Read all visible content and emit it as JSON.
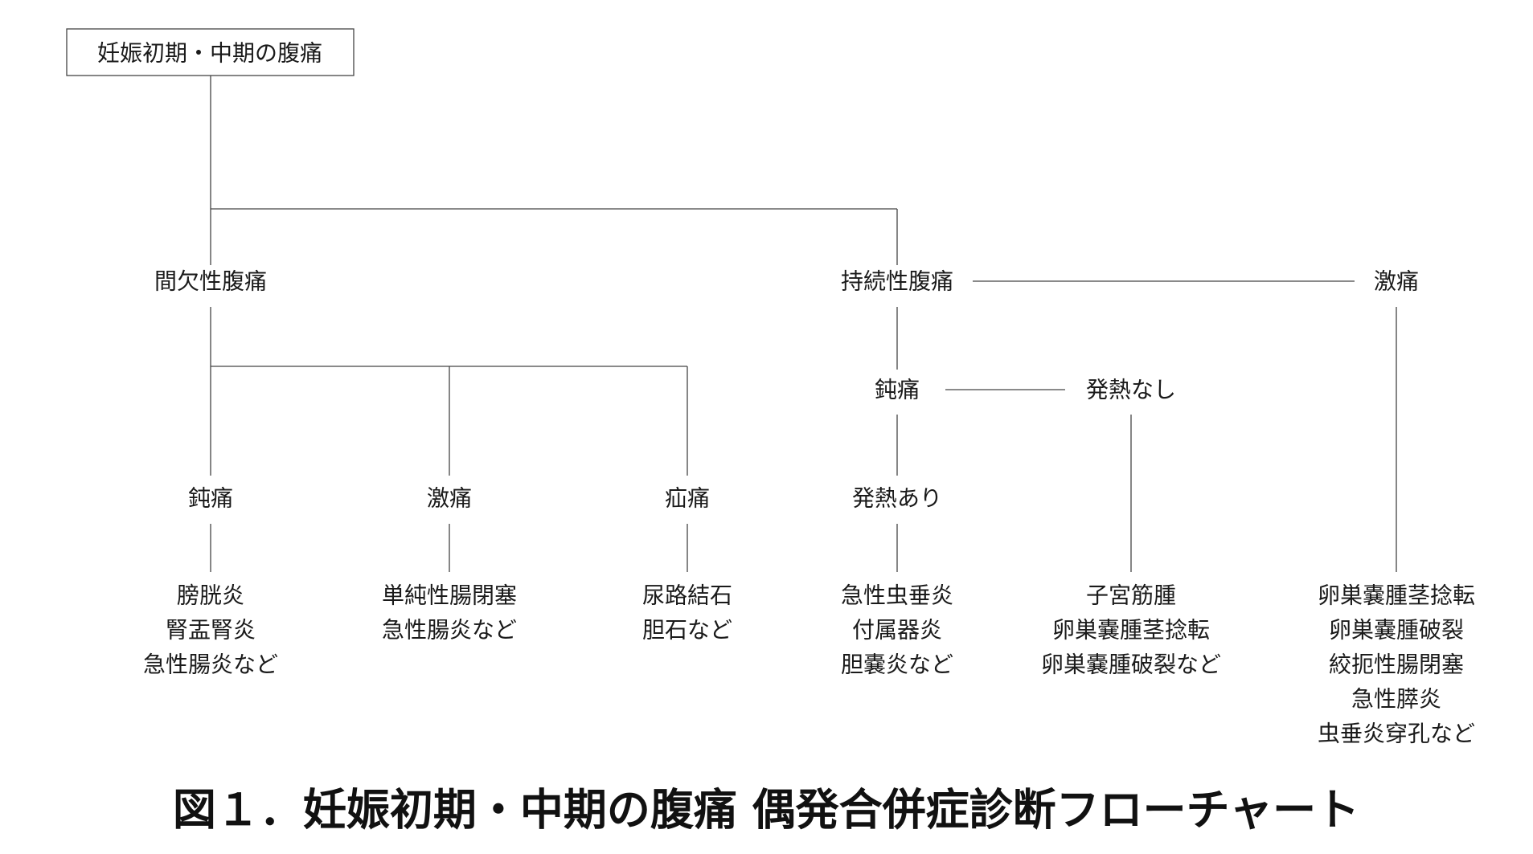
{
  "root": {
    "label": "妊娠初期・中期の腹痛"
  },
  "intermittent": {
    "label": "間欠性腹痛",
    "dull": {
      "label": "鈍痛",
      "results": [
        "膀胱炎",
        "腎盂腎炎",
        "急性腸炎など"
      ]
    },
    "severe": {
      "label": "激痛",
      "results": [
        "単純性腸閉塞",
        "急性腸炎など"
      ]
    },
    "colic": {
      "label": "疝痛",
      "results": [
        "尿路結石",
        "胆石など"
      ]
    }
  },
  "persistent": {
    "label": "持続性腹痛",
    "dull": {
      "label": "鈍痛",
      "fever": {
        "label": "発熱あり",
        "results": [
          "急性虫垂炎",
          "付属器炎",
          "胆嚢炎など"
        ]
      },
      "no_fever": {
        "label": "発熱なし",
        "results": [
          "子宮筋腫",
          "卵巣嚢腫茎捻転",
          "卵巣嚢腫破裂など"
        ]
      }
    },
    "severe": {
      "label": "激痛",
      "results": [
        "卵巣嚢腫茎捻転",
        "卵巣嚢腫破裂",
        "絞扼性腸閉塞",
        "急性膵炎",
        "虫垂炎穿孔など"
      ]
    }
  },
  "caption": "図１．妊娠初期・中期の腹痛 偶発合併症診断フローチャート"
}
